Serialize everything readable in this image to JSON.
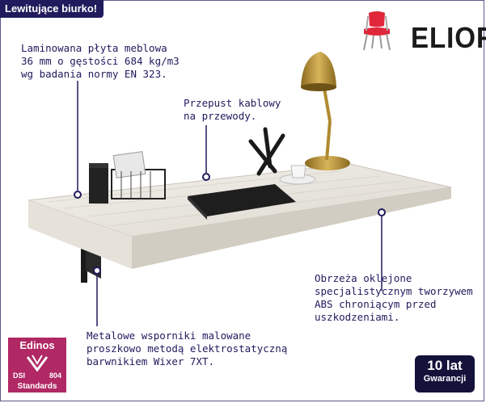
{
  "title_tag": "Lewitujące biurko!",
  "brand": {
    "name": "ELIOR"
  },
  "callouts": {
    "top_left": "Laminowana płyta meblowa\n36 mm o gęstości 684 kg/m3\nwg badania normy EN 323.",
    "cable": "Przepust kablowy\nna przewody.",
    "edges": "Obrzeża oklejone\nspecjalistycznym tworzywem\nABS chroniącym przed\nuszkodzeniami.",
    "brackets": "Metalowe wsporniki malowane\nproszkowo metodą elektrostatyczną\nbarwnikiem Wixer 7XT."
  },
  "edinos": {
    "name": "Edinos",
    "dsi": "DSI",
    "num": "804",
    "standards": "Standards"
  },
  "warranty": {
    "years": "10 lat",
    "label": "Gwarancji"
  },
  "colors": {
    "navy": "#1f1b5c",
    "badge": "#b02864",
    "warranty_bg": "#14123a",
    "chair_red": "#e0263a"
  }
}
